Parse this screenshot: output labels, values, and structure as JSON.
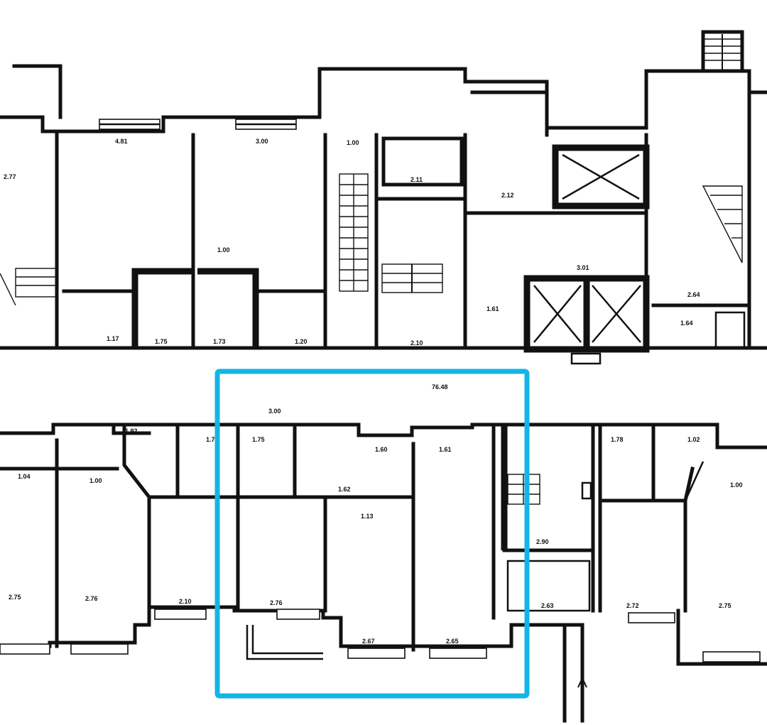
{
  "plan": {
    "dimensions": [
      "4.81",
      "3.00",
      "2.77",
      "1.00",
      "2.11",
      "2.12",
      "3.01",
      "2.64",
      "1.64",
      "1.00",
      "1.17",
      "1.75",
      "1.73",
      "1.20",
      "2.10",
      "1.61",
      "1.04",
      "1.00",
      "3.00",
      "1.75",
      "1.92",
      "1.75",
      "1.60",
      "1.61",
      "1.78",
      "1.02",
      "1.00",
      "1.62",
      "1.13",
      "2.90",
      "2.75",
      "2.76",
      "2.10",
      "2.76",
      "2.67",
      "2.65",
      "2.63",
      "2.72",
      "2.75",
      "76.48"
    ],
    "highlight_color": "#14b5e6"
  }
}
